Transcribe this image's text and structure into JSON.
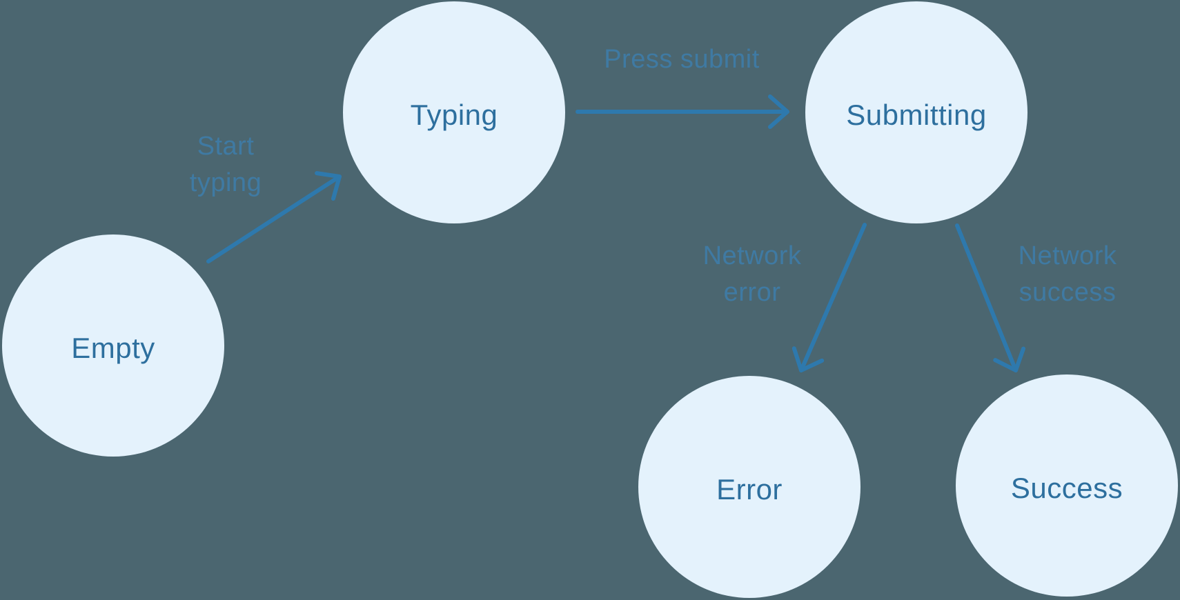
{
  "theme": {
    "background_color": "#4B6670",
    "node_fill_color": "#E4F2FC",
    "node_text_color": "#2D6F9E",
    "arrow_color": "#2E79AD",
    "edge_label_color": "#3E7DAB"
  },
  "diagram": {
    "type": "state-machine",
    "nodes": [
      {
        "id": "empty",
        "label": "Empty"
      },
      {
        "id": "typing",
        "label": "Typing"
      },
      {
        "id": "submitting",
        "label": "Submitting"
      },
      {
        "id": "error",
        "label": "Error"
      },
      {
        "id": "success",
        "label": "Success"
      }
    ],
    "edges": [
      {
        "from": "Empty",
        "to": "Typing",
        "label": "Start typing",
        "label_lines": [
          "Start",
          "typing"
        ]
      },
      {
        "from": "Typing",
        "to": "Submitting",
        "label": "Press submit",
        "label_lines": [
          "Press submit"
        ]
      },
      {
        "from": "Submitting",
        "to": "Error",
        "label": "Network error",
        "label_lines": [
          "Network",
          "error"
        ]
      },
      {
        "from": "Submitting",
        "to": "Success",
        "label": "Network success",
        "label_lines": [
          "Network",
          "success"
        ]
      }
    ]
  }
}
